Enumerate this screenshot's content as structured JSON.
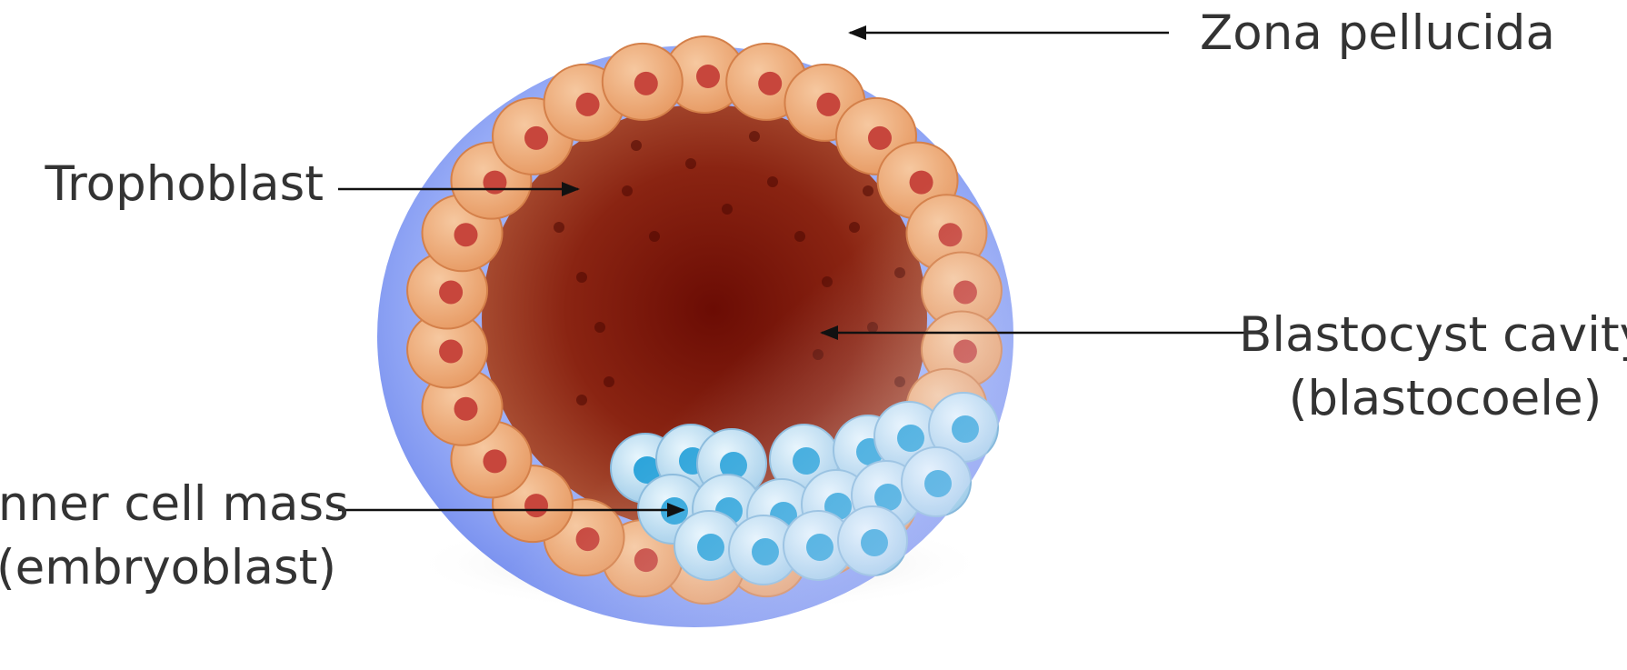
{
  "labels": {
    "zona_pellucida": "Zona pellucida",
    "trophoblast": "Trophoblast",
    "blastocyst_cavity_line1": "Blastocyst cavity",
    "blastocyst_cavity_line2": "(blastocoele)",
    "inner_cell_mass_line1": "Inner cell mass",
    "inner_cell_mass_line2": "(embryoblast)"
  },
  "colors": {
    "zona": "#8fa4f4",
    "trophoblast_cell": "#efaa78",
    "trophoblast_nucleus": "#c7463c",
    "cavity_center": "#6b0c04",
    "cavity_edge": "#a84a30",
    "icm_cell": "#bfe1f5",
    "icm_nucleus": "#2aa3da",
    "label_text": "#333333",
    "arrow": "#111111"
  }
}
